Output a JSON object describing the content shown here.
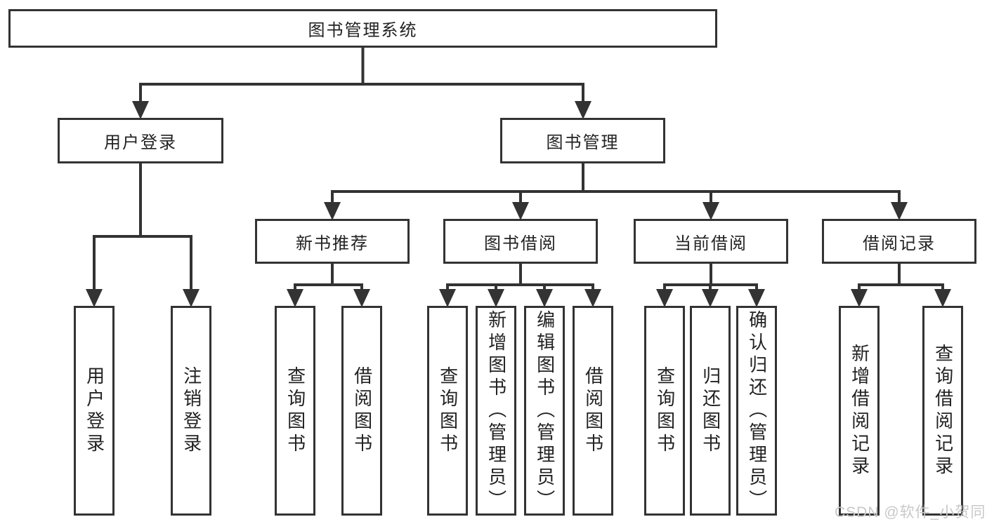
{
  "diagram": {
    "root": {
      "label": "图书管理系统"
    },
    "branches": [
      {
        "label": "用户登录",
        "children": [
          {
            "label": "用户登录"
          },
          {
            "label": "注销登录"
          }
        ]
      },
      {
        "label": "图书管理",
        "children": [
          {
            "label": "新书推荐",
            "children": [
              {
                "label": "查询图书"
              },
              {
                "label": "借阅图书"
              }
            ]
          },
          {
            "label": "图书借阅",
            "children": [
              {
                "label": "查询图书"
              },
              {
                "label": "新增图书（管理员）"
              },
              {
                "label": "编辑图书（管理员）"
              },
              {
                "label": "借阅图书"
              }
            ]
          },
          {
            "label": "当前借阅",
            "children": [
              {
                "label": "查询图书"
              },
              {
                "label": "归还图书"
              },
              {
                "label": "确认归还（管理员）"
              }
            ]
          },
          {
            "label": "借阅记录",
            "children": [
              {
                "label": "新增借阅记录"
              },
              {
                "label": "查询借阅记录"
              }
            ]
          }
        ]
      }
    ]
  },
  "watermark": {
    "text": "CSDN @软件_小贺同学"
  },
  "colors": {
    "line": "#333333",
    "box_border": "#333333",
    "text": "#222222",
    "watermark": "#c8c8c8",
    "background": "#ffffff"
  }
}
